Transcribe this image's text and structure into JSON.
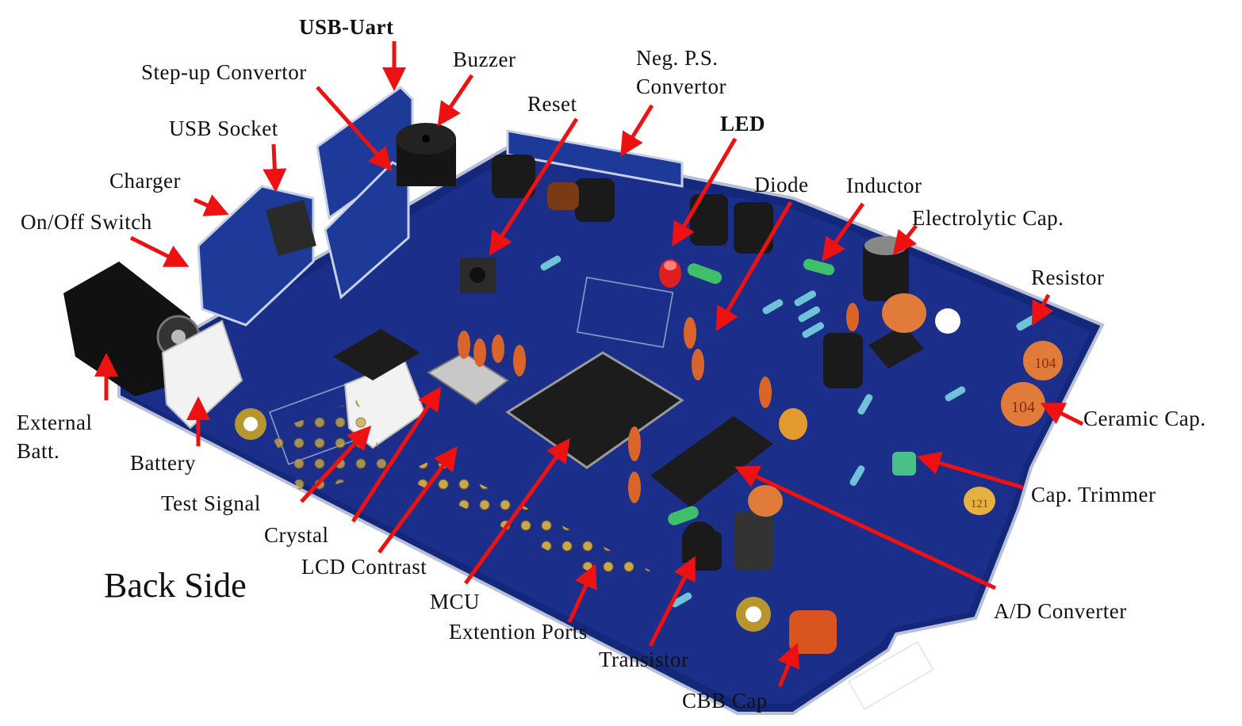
{
  "title": "Back Side",
  "arrow_color": "#ee1111",
  "board_color": "#1b2f8a",
  "labels": {
    "usb_uart": "USB-Uart",
    "step_up": "Step-up Convertor",
    "buzzer": "Buzzer",
    "neg_ps_1": "Neg. P.S.",
    "neg_ps_2": "Convertor",
    "reset": "Reset",
    "led": "LED",
    "usb_socket": "USB Socket",
    "charger": "Charger",
    "onoff": "On/Off Switch",
    "diode": "Diode",
    "inductor": "Inductor",
    "electrolytic": "Electrolytic Cap.",
    "resistor": "Resistor",
    "ceramic": "Ceramic Cap.",
    "trimmer": "Cap. Trimmer",
    "ext_batt_1": "External",
    "ext_batt_2": "Batt.",
    "battery": "Battery",
    "test_signal": "Test Signal",
    "crystal": "Crystal",
    "lcd_contrast": "LCD Contrast",
    "mcu": "MCU",
    "ext_ports": "Extention Ports",
    "transistor": "Transistor",
    "adc": "A/D Converter",
    "cbb": "CBB Cap"
  },
  "component_markings": {
    "ceramic_value": "104",
    "ceramic_value_small": "121"
  }
}
